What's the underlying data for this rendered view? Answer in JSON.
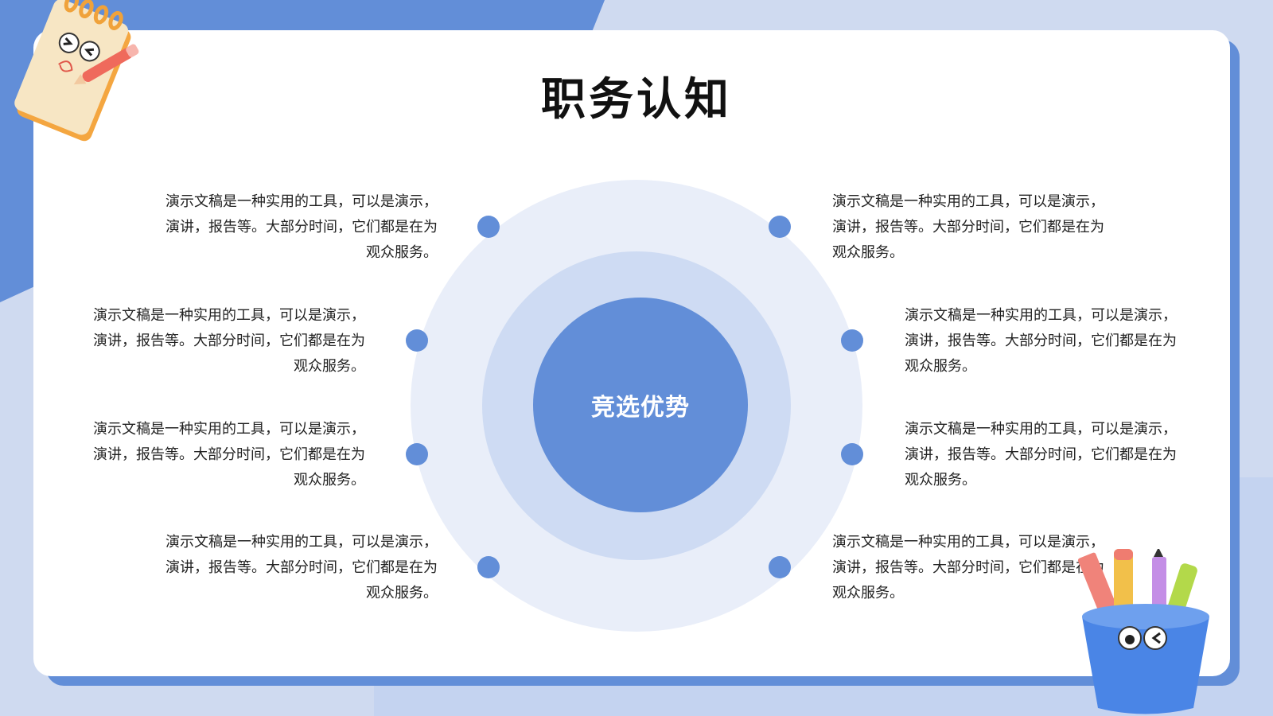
{
  "title": "职务认知",
  "center_label": "竞选优势",
  "items": [
    {
      "text": "演示文稿是一种实用的工具，可以是演示，演讲，报告等。大部分时间，它们都是在为观众服务。"
    },
    {
      "text": "演示文稿是一种实用的工具，可以是演示，演讲，报告等。大部分时间，它们都是在为观众服务。"
    },
    {
      "text": "演示文稿是一种实用的工具，可以是演示，演讲，报告等。大部分时间，它们都是在为观众服务。"
    },
    {
      "text": "演示文稿是一种实用的工具，可以是演示，演讲，报告等。大部分时间，它们都是在为观众服务。"
    },
    {
      "text": "演示文稿是一种实用的工具，可以是演示，演讲，报告等。大部分时间，它们都是在为观众服务。"
    },
    {
      "text": "演示文稿是一种实用的工具，可以是演示，演讲，报告等。大部分时间，它们都是在为观众服务。"
    },
    {
      "text": "演示文稿是一种实用的工具，可以是演示，演讲，报告等。大部分时间，它们都是在为观众服务。"
    },
    {
      "text": "演示文稿是一种实用的工具，可以是演示，演讲，报告等。大部分时间，它们都是在为观众服务。"
    }
  ],
  "colors": {
    "accent": "#628ed8",
    "ring_outer": "#e9eef9",
    "ring_mid": "#cedbf3",
    "background": "#cfdaf0"
  },
  "icons": {
    "notebook": "notebook-sticker-icon",
    "pencil_cup": "pencil-cup-sticker-icon"
  }
}
